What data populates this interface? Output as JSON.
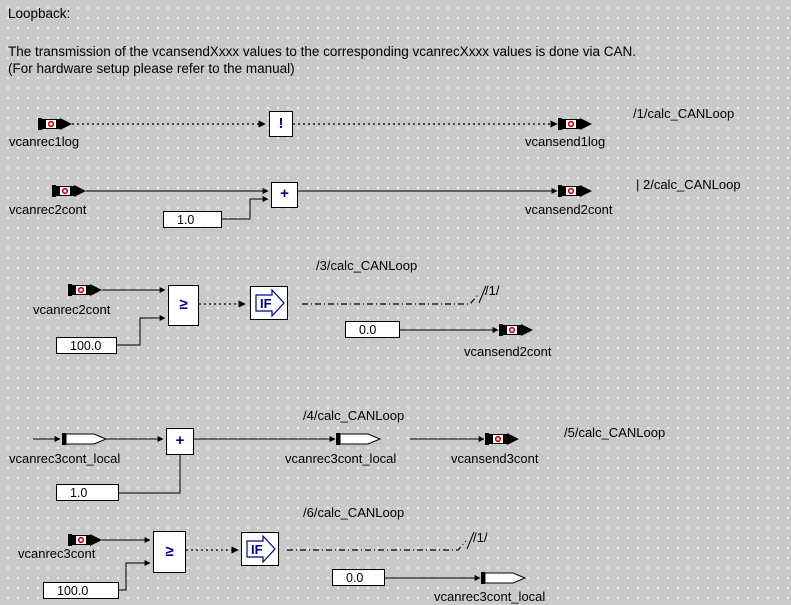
{
  "header": {
    "title": "Loopback:",
    "description": "The transmission of the vcansendXxxx values to the corresponding vcanrecXxxx values is done via CAN.",
    "note": "(For hardware setup please refer to the manual)"
  },
  "row1": {
    "input": "vcanrec1log",
    "op": "!",
    "output": "vcansend1log",
    "tag": "/1/calc_CANLoop"
  },
  "row2": {
    "input": "vcanrec2cont",
    "constant": "1.0",
    "op": "+",
    "output": "vcansend2cont",
    "tag": "| 2/calc_CANLoop"
  },
  "row3": {
    "input": "vcanrec2cont",
    "constant": "100.0",
    "op": "≥",
    "if_label": "IF",
    "goto": "/1/",
    "tag": "/3/calc_CANLoop",
    "value": "0.0",
    "output": "vcansend2cont"
  },
  "row4": {
    "input": "vcanrec3cont_local",
    "constant": "1.0",
    "op": "+",
    "tag": "/4/calc_CANLoop",
    "mid": "vcanrec3cont_local",
    "output": "vcansend3cont",
    "tag2": "/5/calc_CANLoop"
  },
  "row5": {
    "input": "vcanrec3cont",
    "constant": "100.0",
    "op": "≥",
    "if_label": "IF",
    "goto": "/1/",
    "tag": "/6/calc_CANLoop",
    "value": "0.0",
    "output": "vcanrec3cont_local"
  }
}
